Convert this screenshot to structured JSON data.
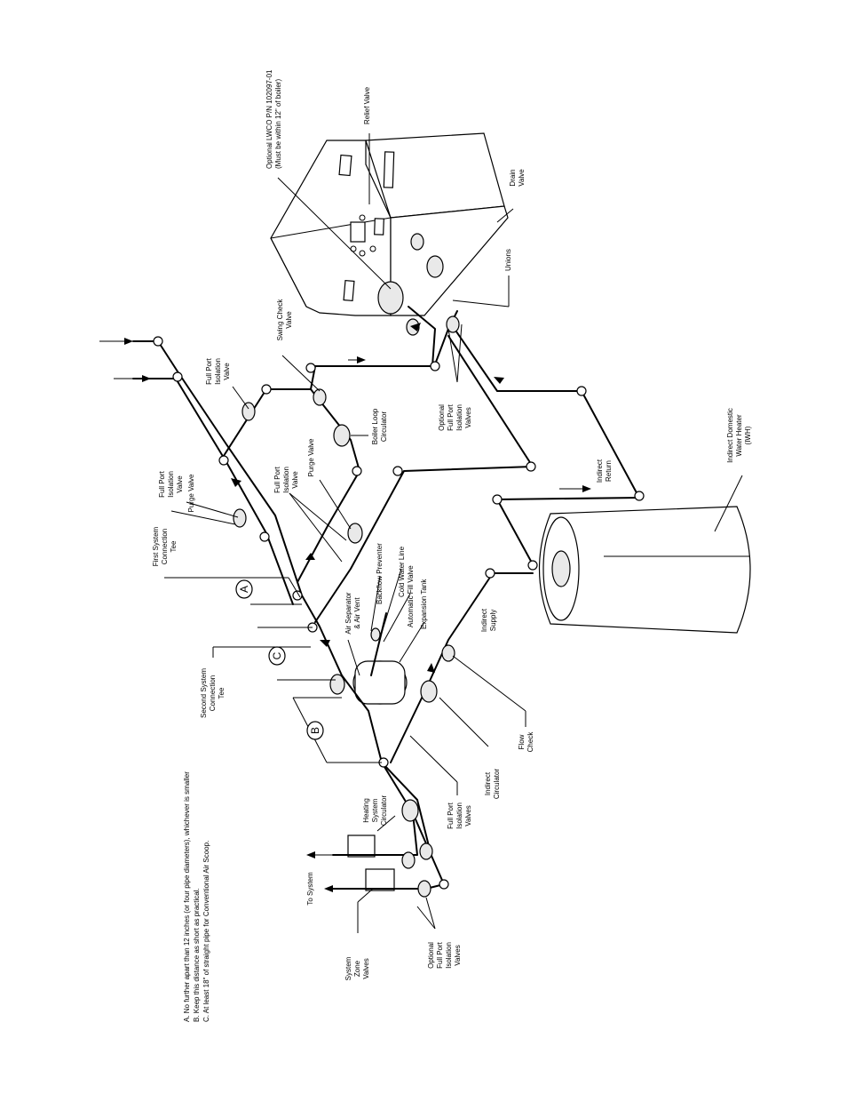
{
  "notes": [
    "A. No further apart than 12 inches (or four pipe diameters), whichever is smaller",
    "B. Keep this distance as short as practical.",
    "C. At least 18\" of straight pipe for Conventional Air Scoop."
  ],
  "labels": {
    "lwco_1": "Optional LWCO P/N 102097-01",
    "lwco_2": "(Must be within 12\" of boiler)",
    "relief_valve": "Relief Valve",
    "drain_1": "Drain",
    "drain_2": "Valve",
    "unions": "Unions",
    "swing_1": "Swing Check",
    "swing_2": "Valve",
    "fp_iso_top_1": "Full Port",
    "fp_iso_top_2": "Isolation",
    "fp_iso_top_3": "Valve",
    "boiler_loop_1": "Boiler Loop",
    "boiler_loop_2": "Circulator",
    "opt_fp_iso_top_1": "Optional",
    "opt_fp_iso_top_2": "Full Port",
    "opt_fp_iso_top_3": "Isolation",
    "opt_fp_iso_top_4": "Valves",
    "iwh_1": "Indirect Domestic",
    "iwh_2": "Water Heater",
    "iwh_3": "(IWH)",
    "ind_return_1": "Indirect",
    "ind_return_2": "Return",
    "purge_left": "Purge Valve",
    "fp_iso_left_1": "Full Port",
    "fp_iso_left_2": "Isolation",
    "fp_iso_left_3": "Valve",
    "fp_iso_mid_1": "Full Port",
    "fp_iso_mid_2": "Isolation",
    "fp_iso_mid_3": "Valve",
    "purge_mid": "Purge Valve",
    "first_tee_1": "First System",
    "first_tee_2": "Connection",
    "first_tee_3": "Tee",
    "backflow": "Backflow Preventer",
    "cold_water": "Cold Water Line",
    "auto_fill": "Automatic Fill Valve",
    "exp_tank": "Expansion Tank",
    "air_sep_1": "Air Separator",
    "air_sep_2": "& Air Vent",
    "ind_supply_1": "Indirect",
    "ind_supply_2": "Supply",
    "second_tee_1": "Second System",
    "second_tee_2": "Connection",
    "second_tee_3": "Tee",
    "flow_check_1": "Flow",
    "flow_check_2": "Check",
    "ind_circ_1": "Indirect",
    "ind_circ_2": "Circulator",
    "fp_iso_bot_1": "Full Port",
    "fp_iso_bot_2": "Isolation",
    "fp_iso_bot_3": "Valves",
    "heating_circ_1": "Heating",
    "heating_circ_2": "System",
    "heating_circ_3": "Circulator",
    "to_system": "To System",
    "zone_1": "System",
    "zone_2": "Zone",
    "zone_3": "Valves",
    "opt_fp_iso_bot_1": "Optional",
    "opt_fp_iso_bot_2": "Full Port",
    "opt_fp_iso_bot_3": "Isolation",
    "opt_fp_iso_bot_4": "Valves"
  },
  "callouts": {
    "a": "A",
    "b": "B",
    "c": "C"
  }
}
